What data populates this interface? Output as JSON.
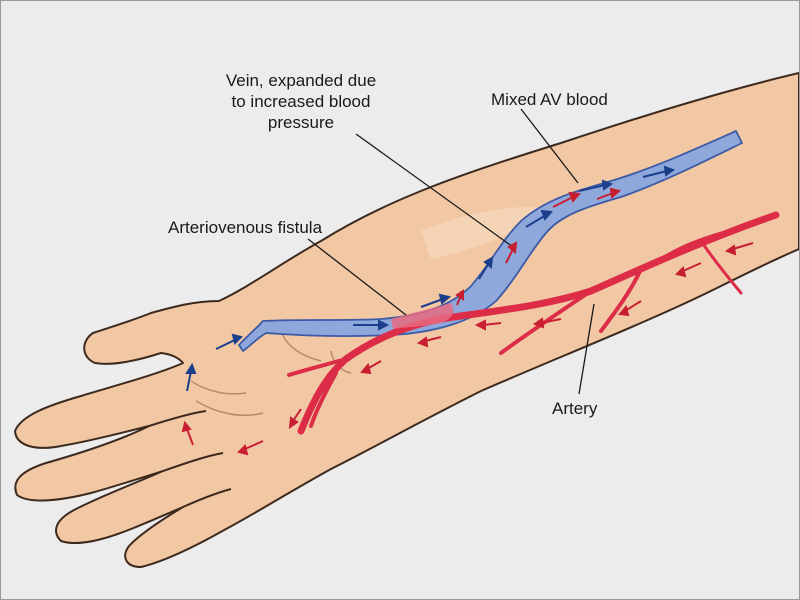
{
  "diagram": {
    "labels": {
      "vein": "Vein, expanded due\nto increased blood\npressure",
      "mixed": "Mixed AV blood",
      "fistula": "Arteriovenous fistula",
      "artery": "Artery"
    },
    "colors": {
      "background": "#ececec",
      "skin": "#f2c8a4",
      "skin_outline": "#3d2a1e",
      "vein_fill": "#8fa8dc",
      "vein_outline": "#3c5aa6",
      "artery": "#dc2c48",
      "vein_arrow": "#1c3f8c",
      "artery_arrow": "#c81e32"
    }
  }
}
